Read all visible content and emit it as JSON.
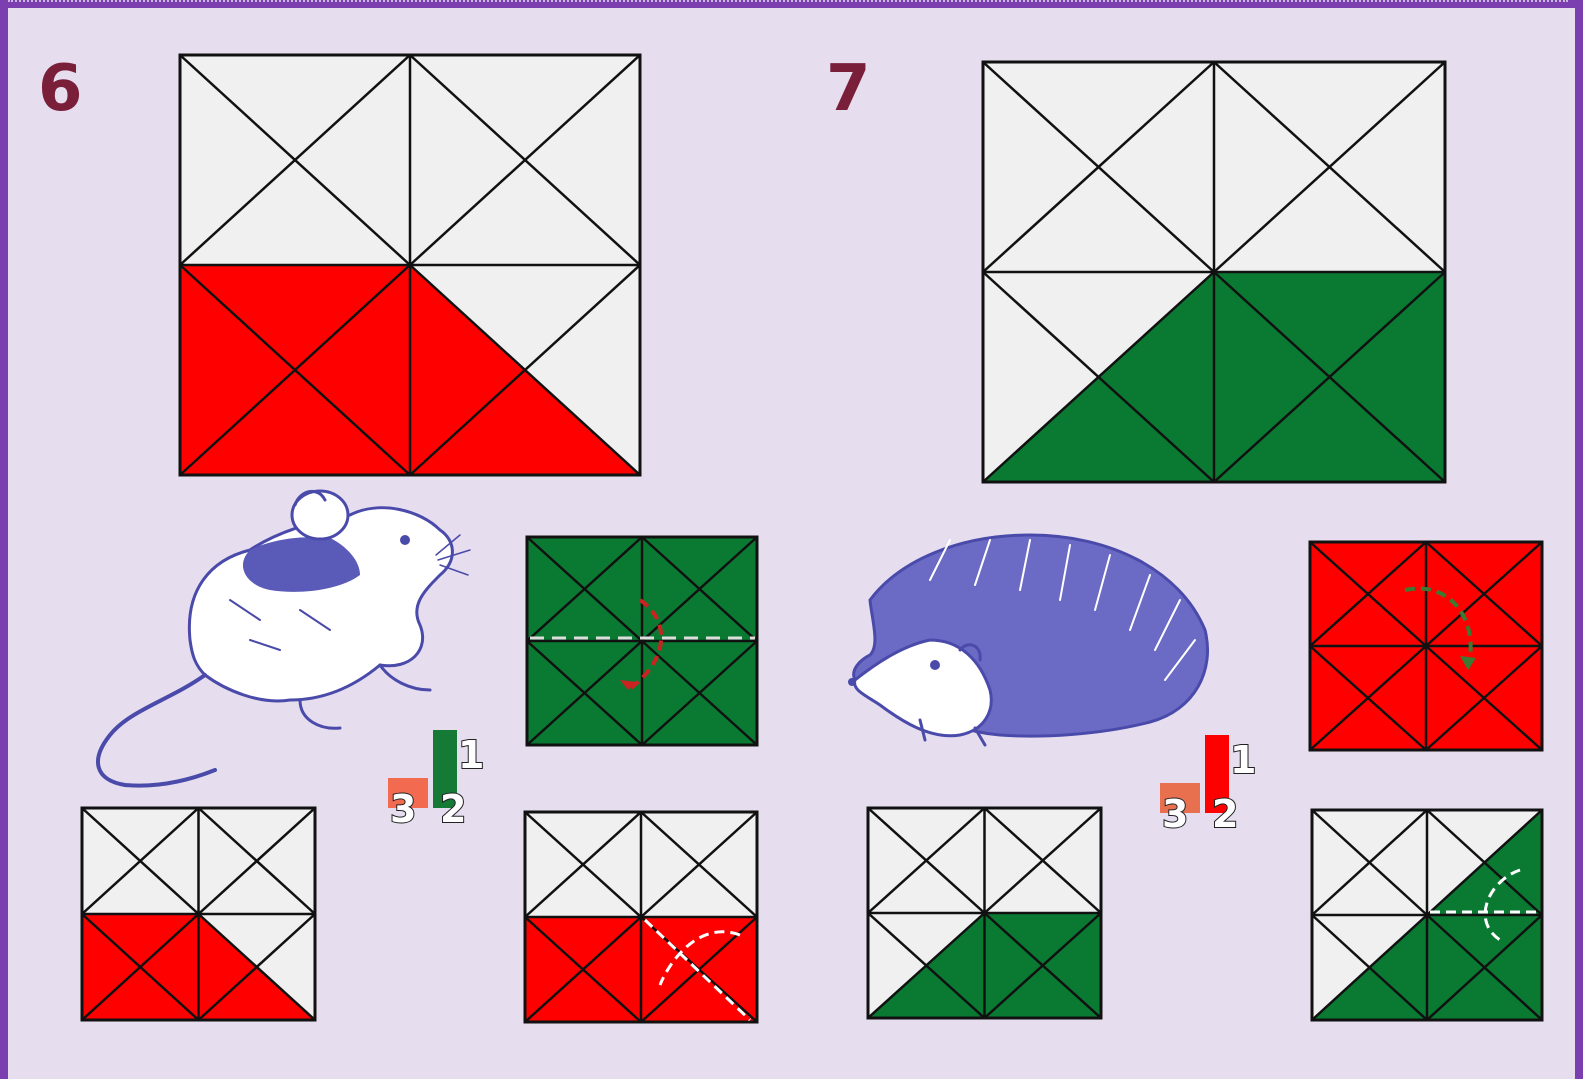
{
  "panels": [
    {
      "id": "panel-6",
      "number_label": "6",
      "main_color": "#ff0000",
      "animal_icon": "mouse-icon",
      "fold_hint_labels": [
        "1",
        "2",
        "3"
      ],
      "fold_step_colors": {
        "base": "#157a35",
        "folded": "#ff0000"
      }
    },
    {
      "id": "panel-7",
      "number_label": "7",
      "main_color": "#0a7a33",
      "animal_icon": "hedgehog-icon",
      "fold_hint_labels": [
        "1",
        "2",
        "3"
      ],
      "fold_step_colors": {
        "base": "#ff0000",
        "folded": "#0a7a33"
      }
    }
  ],
  "colors": {
    "background": "#e6deef",
    "frame": "#7b3fb0",
    "tile_empty": "#f0f0f0",
    "red": "#ff0000",
    "green": "#0a7a33",
    "line": "#111111",
    "animal_ink": "#4a4aaa"
  }
}
